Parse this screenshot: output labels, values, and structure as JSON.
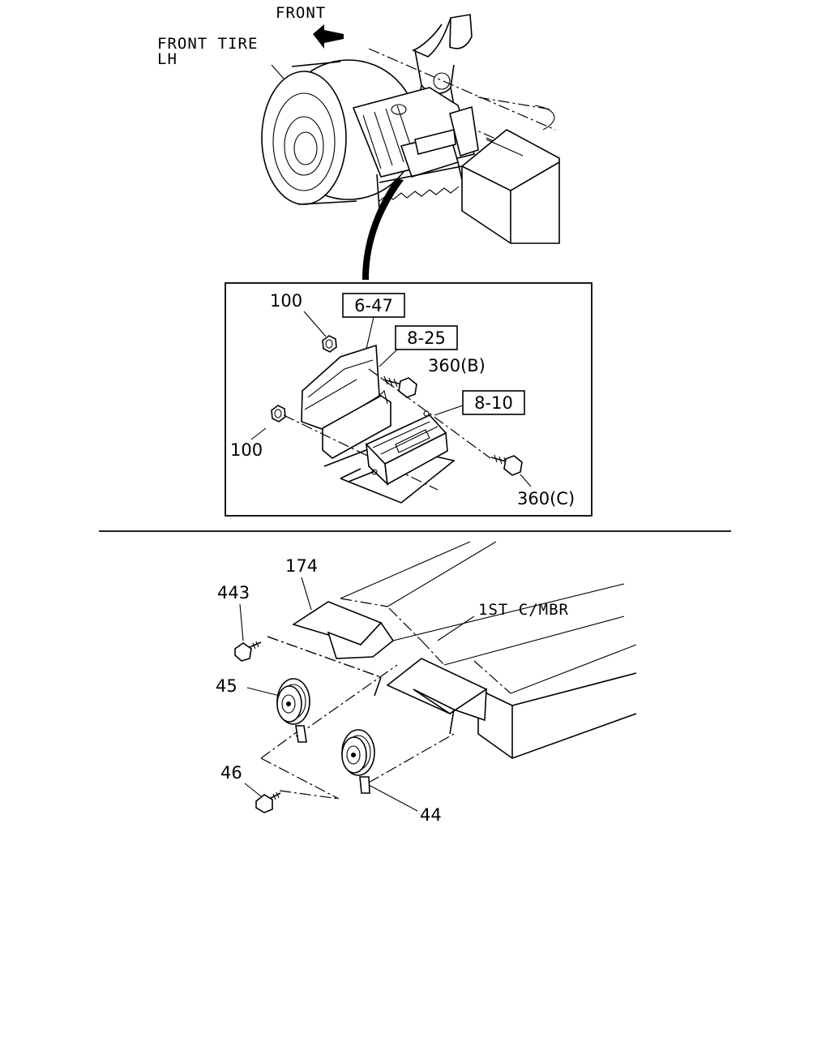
{
  "top_view": {
    "front_label": "FRONT",
    "tire_label_line1": "FRONT TIRE",
    "tire_label_line2": "LH"
  },
  "detail_box": {
    "refs": {
      "ref_6_47": "6-47",
      "ref_8_25": "8-25",
      "ref_8_10": "8-10"
    },
    "part_100_upper": "100",
    "part_100_lower": "100",
    "part_360b": "360(B)",
    "part_360c": "360(C)"
  },
  "horn_view": {
    "part_174": "174",
    "part_443": "443",
    "crossmember_label": "1ST C/MBR",
    "part_45": "45",
    "part_46": "46",
    "part_44": "44"
  }
}
